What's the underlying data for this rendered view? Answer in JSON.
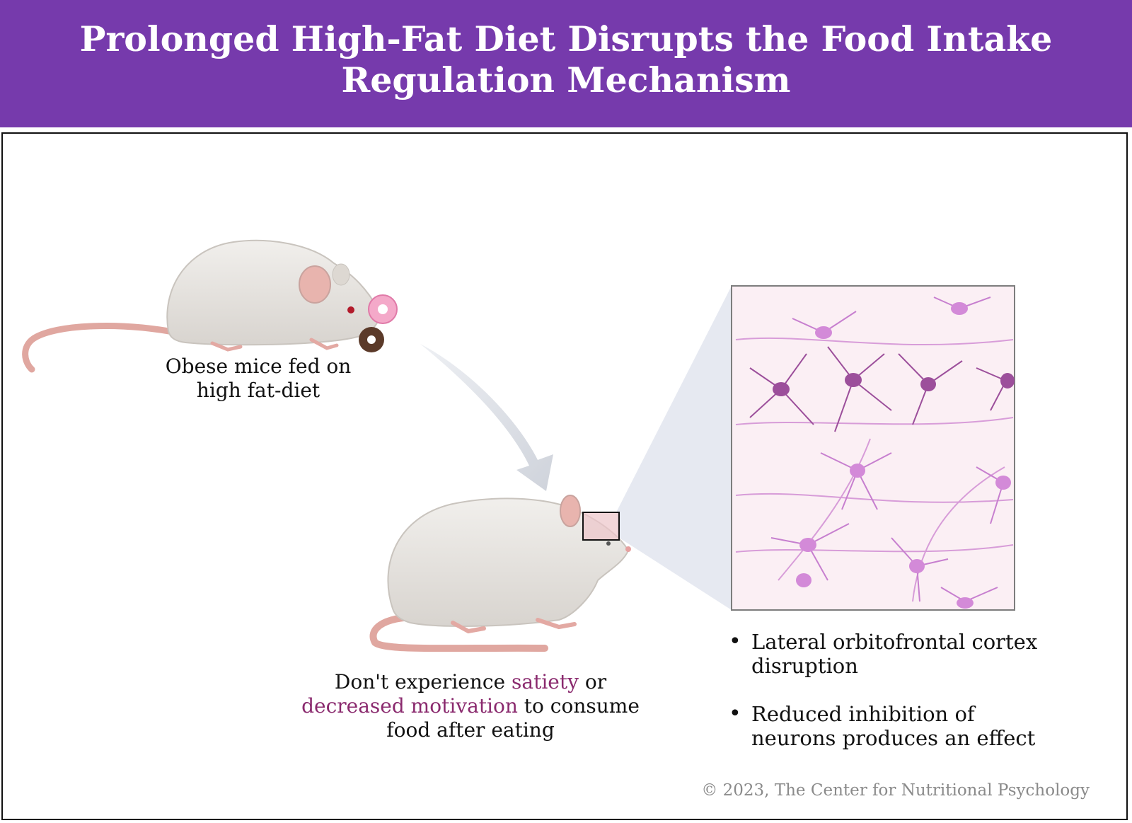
{
  "header": {
    "title_line1": "Prolonged High-Fat Diet Disrupts the Food Intake",
    "title_line2": "Regulation Mechanism",
    "background_color": "#763aac"
  },
  "panel_top_mouse": {
    "caption_line1": "Obese mice fed on",
    "caption_line2": "high fat-diet"
  },
  "panel_bottom_mouse": {
    "caption_line1_a": "Don't experience ",
    "caption_line1_highlight": "satiety",
    "caption_line1_b": " or",
    "caption_line2_highlight": "decreased motivation",
    "caption_line2_b": " to consume",
    "caption_line3": "food after eating",
    "highlight_color": "#8a2a6e"
  },
  "neuron_panel": {
    "background_color": "#fbeff4",
    "neuron_color": "#c46bc8"
  },
  "bullets": [
    {
      "line1": "Lateral orbitofrontal cortex",
      "line2": "disruption"
    },
    {
      "line1": "Reduced inhibition of",
      "line2": "neurons produces an effect"
    }
  ],
  "footer": {
    "copyright": "© 2023, The Center for Nutritional Psychology"
  }
}
